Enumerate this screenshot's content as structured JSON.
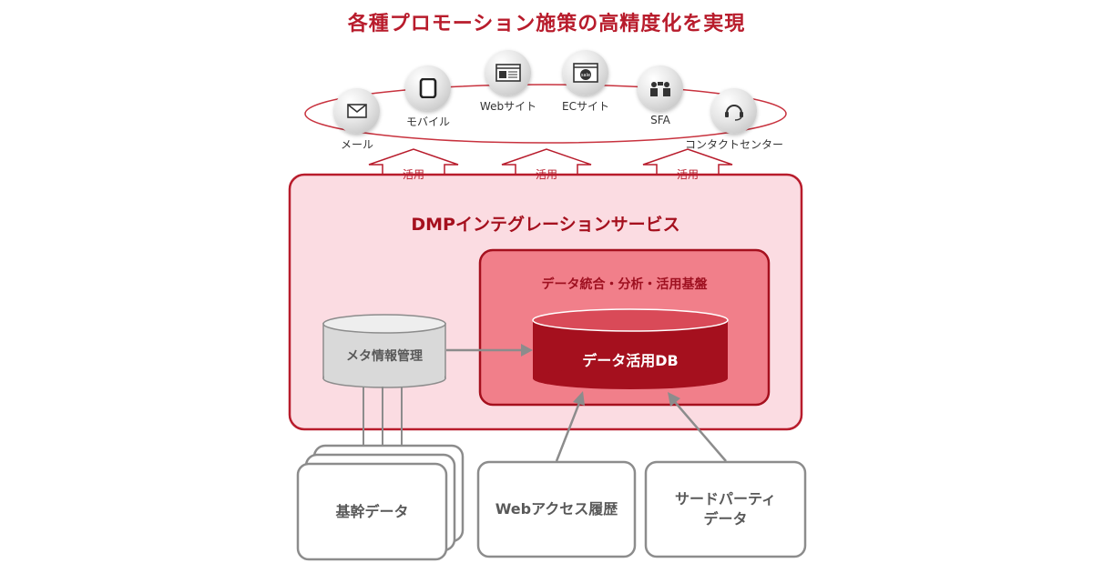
{
  "title": "各種プロモーション施策の高精度化を実現",
  "channels": [
    {
      "label": "メール",
      "icon": "envelope-icon"
    },
    {
      "label": "モバイル",
      "icon": "mobile-icon"
    },
    {
      "label": "Webサイト",
      "icon": "browser-icon"
    },
    {
      "label": "ECサイト",
      "icon": "sale-icon"
    },
    {
      "label": "SFA",
      "icon": "people-icon"
    },
    {
      "label": "コンタクトセンター",
      "icon": "headset-icon"
    }
  ],
  "use_arrows": [
    "活用",
    "活用",
    "活用"
  ],
  "service": {
    "title": "DMPインテグレーションサービス",
    "platform": {
      "title": "データ統合・分析・活用基盤",
      "db": "データ活用DB"
    },
    "metadata": "メタ情報管理"
  },
  "sources": {
    "core": "基幹データ",
    "web_access": "Webアクセス履歴",
    "third_party_line1": "サードパーティ",
    "third_party_line2": "データ"
  },
  "colors": {
    "accent": "#b81c2c",
    "outer_fill": "#fbdce2",
    "inner_fill": "#f17f8a",
    "db_fill": "#a5101e",
    "gray": "#8c8c8c"
  }
}
